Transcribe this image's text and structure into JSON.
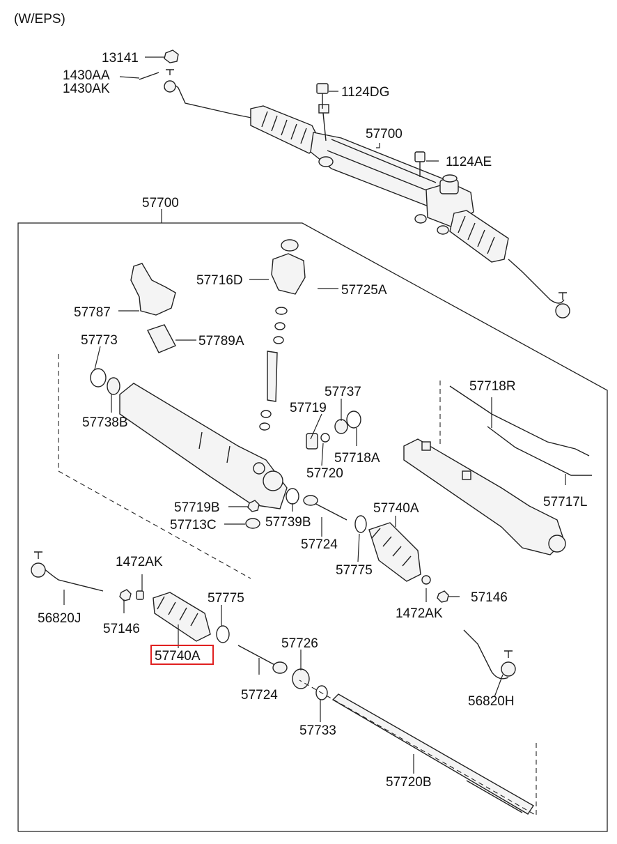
{
  "header": {
    "variant": "(W/EPS)"
  },
  "labels": {
    "l13141": "13141",
    "l1430aa": "1430AA",
    "l1430ak": "1430AK",
    "l1124dg": "1124DG",
    "l57700a": "57700",
    "l1124ae": "1124AE",
    "l57700b": "57700",
    "l57716d": "57716D",
    "l57725a": "57725A",
    "l57787": "57787",
    "l57773": "57773",
    "l57789a": "57789A",
    "l57738b": "57738B",
    "l57737": "57737",
    "l57718r": "57718R",
    "l57719": "57719",
    "l57718a": "57718A",
    "l57720": "57720",
    "l57717l": "57717L",
    "l57719b": "57719B",
    "l57740a_r": "57740A",
    "l57713c": "57713C",
    "l57739b": "57739B",
    "l57724_r": "57724",
    "l57775_r": "57775",
    "l1472ak_l": "1472AK",
    "l57146_r": "57146",
    "l56820j": "56820J",
    "l57146_l": "57146",
    "l57775_l": "57775",
    "l1472ak_r": "1472AK",
    "l57740a_l": "57740A",
    "l57726": "57726",
    "l56820h": "56820H",
    "l57724_l": "57724",
    "l57733": "57733",
    "l57720b": "57720B"
  },
  "highlight": {
    "part": "57740A",
    "color": "#e02020"
  }
}
